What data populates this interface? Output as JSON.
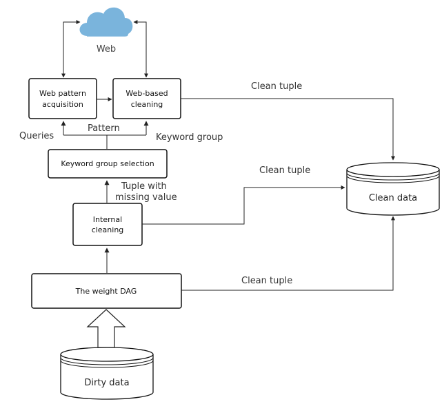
{
  "nodes": {
    "web": {
      "label": "Web",
      "icon": "cloud-icon",
      "color": "#7ab4dc"
    },
    "web_pattern": {
      "line1": "Web pattern",
      "line2": "acquisition"
    },
    "web_cleaning": {
      "line1": "Web-based",
      "line2": "cleaning"
    },
    "keyword_selection": {
      "label": "Keyword group selection"
    },
    "internal_cleaning": {
      "line1": "Internal",
      "line2": "cleaning"
    },
    "weight_dag": {
      "label": "The weight DAG"
    },
    "clean_data": {
      "label": "Clean data"
    },
    "dirty_data": {
      "label": "Dirty data"
    }
  },
  "edges": {
    "clean_tuple_top": "Clean tuple",
    "clean_tuple_mid": "Clean tuple",
    "clean_tuple_bottom": "Clean tuple",
    "queries": "Queries",
    "pattern": "Pattern",
    "keyword_group": "Keyword group",
    "tuple_missing_line1": "Tuple with",
    "tuple_missing_line2": "missing value"
  }
}
